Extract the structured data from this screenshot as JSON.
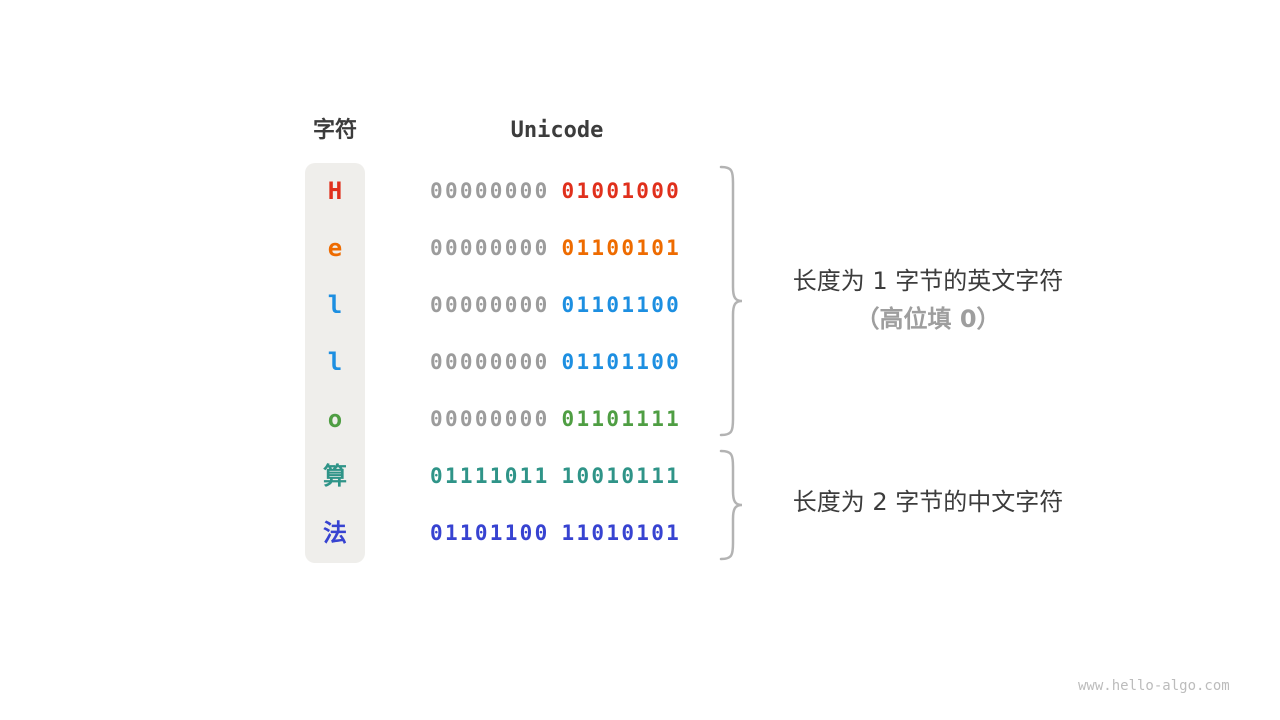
{
  "columns": {
    "char": "字符",
    "unicode": "Unicode"
  },
  "rows": [
    {
      "char": "H",
      "color": "#e0301c",
      "high_byte": "00000000",
      "high_byte_color": "#9c9c9c",
      "low_byte": "01001000"
    },
    {
      "char": "e",
      "color": "#ee6b00",
      "high_byte": "00000000",
      "high_byte_color": "#9c9c9c",
      "low_byte": "01100101"
    },
    {
      "char": "l",
      "color": "#1d8fe1",
      "high_byte": "00000000",
      "high_byte_color": "#9c9c9c",
      "low_byte": "01101100"
    },
    {
      "char": "l",
      "color": "#1d8fe1",
      "high_byte": "00000000",
      "high_byte_color": "#9c9c9c",
      "low_byte": "01101100"
    },
    {
      "char": "o",
      "color": "#4f9e43",
      "high_byte": "00000000",
      "high_byte_color": "#9c9c9c",
      "low_byte": "01101111"
    },
    {
      "char": "算",
      "color": "#2f9488",
      "high_byte": "01111011",
      "high_byte_color": "#2f9488",
      "low_byte": "10010111"
    },
    {
      "char": "法",
      "color": "#3743d1",
      "high_byte": "01101100",
      "high_byte_color": "#3743d1",
      "low_byte": "11010101"
    }
  ],
  "annotations": {
    "english": {
      "line1": "长度为 1 字节的英文字符",
      "line2": "（高位填 0）"
    },
    "chinese": {
      "line1": "长度为 2 字节的中文字符"
    }
  },
  "brace_color": "#b3b3b3",
  "watermark": "www.hello-algo.com"
}
